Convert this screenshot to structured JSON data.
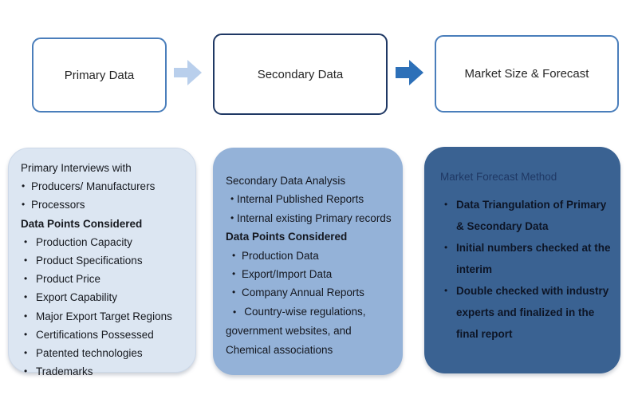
{
  "colors": {
    "box_border_light": "#4a7ebb",
    "box_border_dark": "#1f3864",
    "arrow1_fill": "#b9cfec",
    "arrow2_fill": "#2d70b8",
    "panel1_bg": "#dce6f2",
    "panel2_bg": "#94b2d8",
    "panel3_bg": "#3a6292",
    "panel3_heading": "#1f3864"
  },
  "flow": {
    "steps": [
      {
        "label": "Primary Data"
      },
      {
        "label": "Secondary Data"
      },
      {
        "label": "Market Size & Forecast"
      }
    ]
  },
  "panels": [
    {
      "name": "primary-data-details",
      "items": [
        {
          "style": "heading",
          "text": "Primary Interviews  with"
        },
        {
          "style": "bullet",
          "text": "Producers/ Manufacturers"
        },
        {
          "style": "bullet",
          "text": "Processors"
        },
        {
          "style": "subheading",
          "text": "Data Points Considered"
        },
        {
          "style": "bullet2",
          "text": "Production Capacity"
        },
        {
          "style": "bullet2",
          "text": "Product Specifications"
        },
        {
          "style": "bullet2",
          "text": "Product Price"
        },
        {
          "style": "bullet2",
          "text": "Export Capability"
        },
        {
          "style": "bullet2",
          "text": "Major Export Target Regions"
        },
        {
          "style": "bullet2",
          "text": "Certifications Possessed"
        },
        {
          "style": "bullet2",
          "text": "Patented technologies"
        },
        {
          "style": "bullet2",
          "text": "Trademarks"
        }
      ]
    },
    {
      "name": "secondary-data-details",
      "items": [
        {
          "style": "heading",
          "text": "Secondary Data Analysis"
        },
        {
          "style": "bullet",
          "text": "Internal  Published Reports"
        },
        {
          "style": "bullet",
          "text": "Internal  existing Primary records"
        },
        {
          "style": "subheading",
          "text": "Data Points Considered"
        },
        {
          "style": "bullet2",
          "text": "Production Data"
        },
        {
          "style": "bullet2",
          "text": "Export/Import Data"
        },
        {
          "style": "bullet2",
          "text": "Company Annual Reports"
        },
        {
          "style": "bullet-flow",
          "text": "Country-wise regulations, government websites, and Chemical associations"
        }
      ]
    },
    {
      "name": "market-forecast-details",
      "items": [
        {
          "style": "heading",
          "text": "Market Forecast Method"
        },
        {
          "style": "bullet-bold",
          "text": "Data Triangulation of  Primary & Secondary Data"
        },
        {
          "style": "bullet-bold",
          "text": "Initial numbers checked at the interim"
        },
        {
          "style": "bullet-bold",
          "text": "Double checked with industry experts and finalized in the final report"
        }
      ]
    }
  ]
}
